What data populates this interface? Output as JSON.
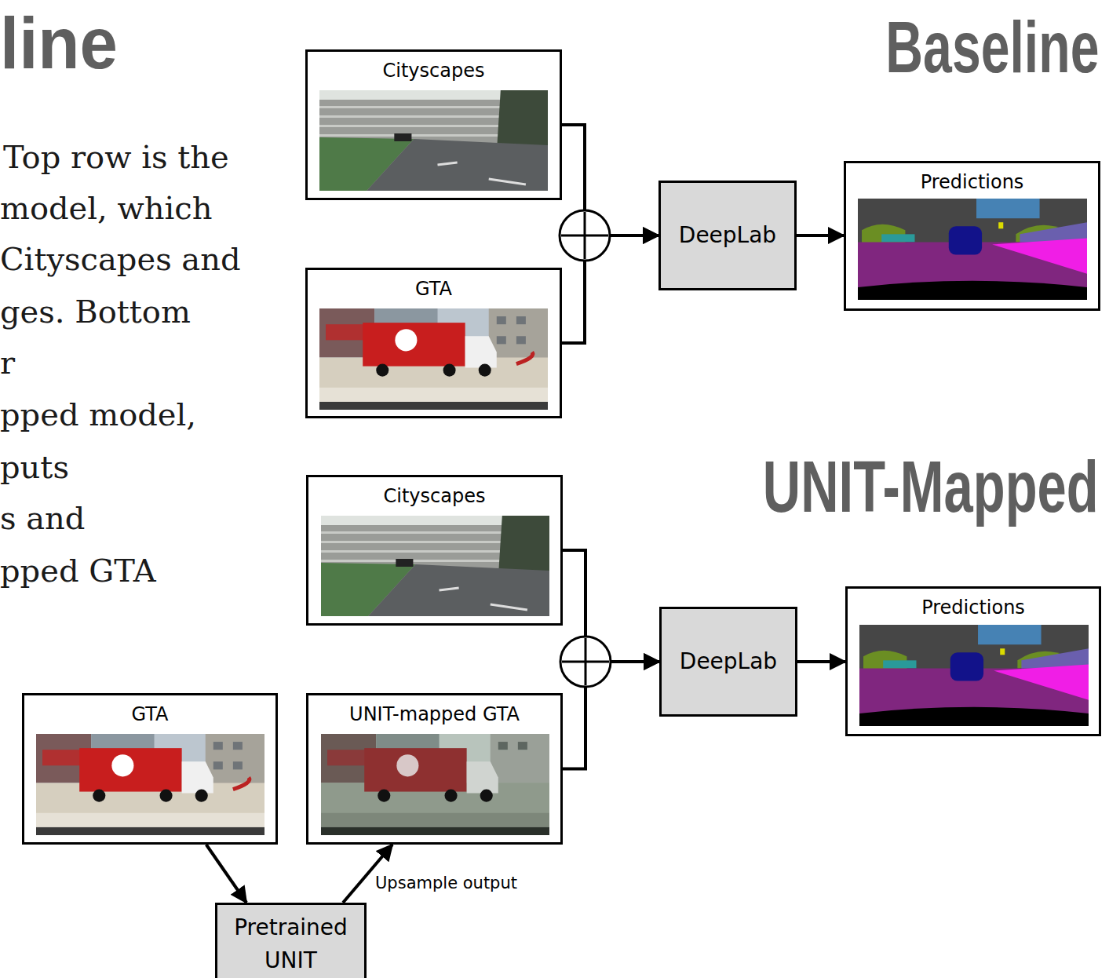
{
  "diagram": {
    "nodes": [
      {
        "text": [
          "Cityscapes"
        ]
      },
      {
        "text": [
          "GTA"
        ]
      },
      {
        "text": [
          "DeepLab"
        ]
      },
      {
        "text": [
          "Predictions"
        ]
      },
      {
        "text": [
          "Cityscapes"
        ]
      },
      {
        "text": [
          "UNIT-mapped GTA"
        ]
      },
      {
        "text": [
          "DeepLab"
        ]
      },
      {
        "text": [
          "Predictions"
        ]
      },
      {
        "text": [
          "GTA"
        ]
      },
      {
        "text": [
          "Pretrained UNIT"
        ]
      }
    ],
    "edges": [
      {
        "from": 0,
        "to": 2,
        "arrow": "to"
      },
      {
        "from": 1,
        "to": 2,
        "arrow": "to"
      },
      {
        "from": 2,
        "to": 3,
        "arrow": "to"
      },
      {
        "from": 4,
        "to": 6,
        "arrow": "to"
      },
      {
        "from": 5,
        "to": 6,
        "arrow": "to"
      },
      {
        "from": 6,
        "to": 7,
        "arrow": "to"
      },
      {
        "from": 8,
        "to": 9,
        "arrow": "to"
      },
      {
        "from": 9,
        "to": 5,
        "label": "Upsample output",
        "arrow": "to"
      }
    ],
    "labels": [
      "line",
      "Top row is the",
      "model, which",
      "Cityscapes and",
      "ges. Bottom",
      "r",
      "pped model,",
      "puts",
      "s and",
      "pped GTA",
      "Baseline",
      "UNIT-Mapped"
    ]
  }
}
